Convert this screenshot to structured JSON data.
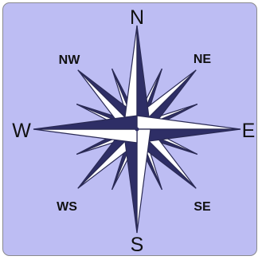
{
  "compass": {
    "labels": {
      "n": "N",
      "s": "S",
      "e": "E",
      "w": "W",
      "ne": "NE",
      "nw": "NW",
      "se": "SE",
      "sw": "WS"
    },
    "colors": {
      "background": "#bdbdf3",
      "dark": "#2e2e66",
      "light": "#ffffff",
      "outline": "#2a2a55",
      "frame": "#8a8a8e"
    }
  }
}
